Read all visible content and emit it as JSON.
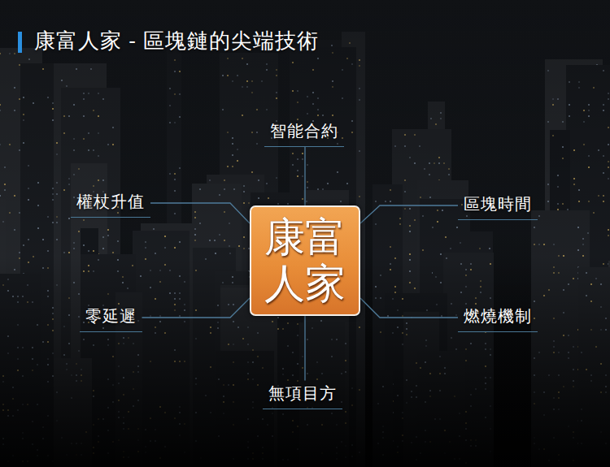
{
  "diagram": {
    "title": "康富人家 - 區塊鏈的尖端技術",
    "nodes": [
      {
        "text": [
          "智能合約"
        ]
      },
      {
        "text": [
          "權杖升值"
        ]
      },
      {
        "text": [
          "區塊時間"
        ]
      },
      {
        "text": [
          "康富人家"
        ]
      },
      {
        "text": [
          "零延遲"
        ]
      },
      {
        "text": [
          "燃燒機制"
        ]
      },
      {
        "text": [
          "無項目方"
        ]
      }
    ],
    "edges": [
      {
        "from": 3,
        "to": 0,
        "arrow": "none"
      },
      {
        "from": 3,
        "to": 1,
        "arrow": "none"
      },
      {
        "from": 3,
        "to": 2,
        "arrow": "none"
      },
      {
        "from": 3,
        "to": 4,
        "arrow": "none"
      },
      {
        "from": 3,
        "to": 5,
        "arrow": "none"
      },
      {
        "from": 3,
        "to": 6,
        "arrow": "none"
      }
    ]
  }
}
